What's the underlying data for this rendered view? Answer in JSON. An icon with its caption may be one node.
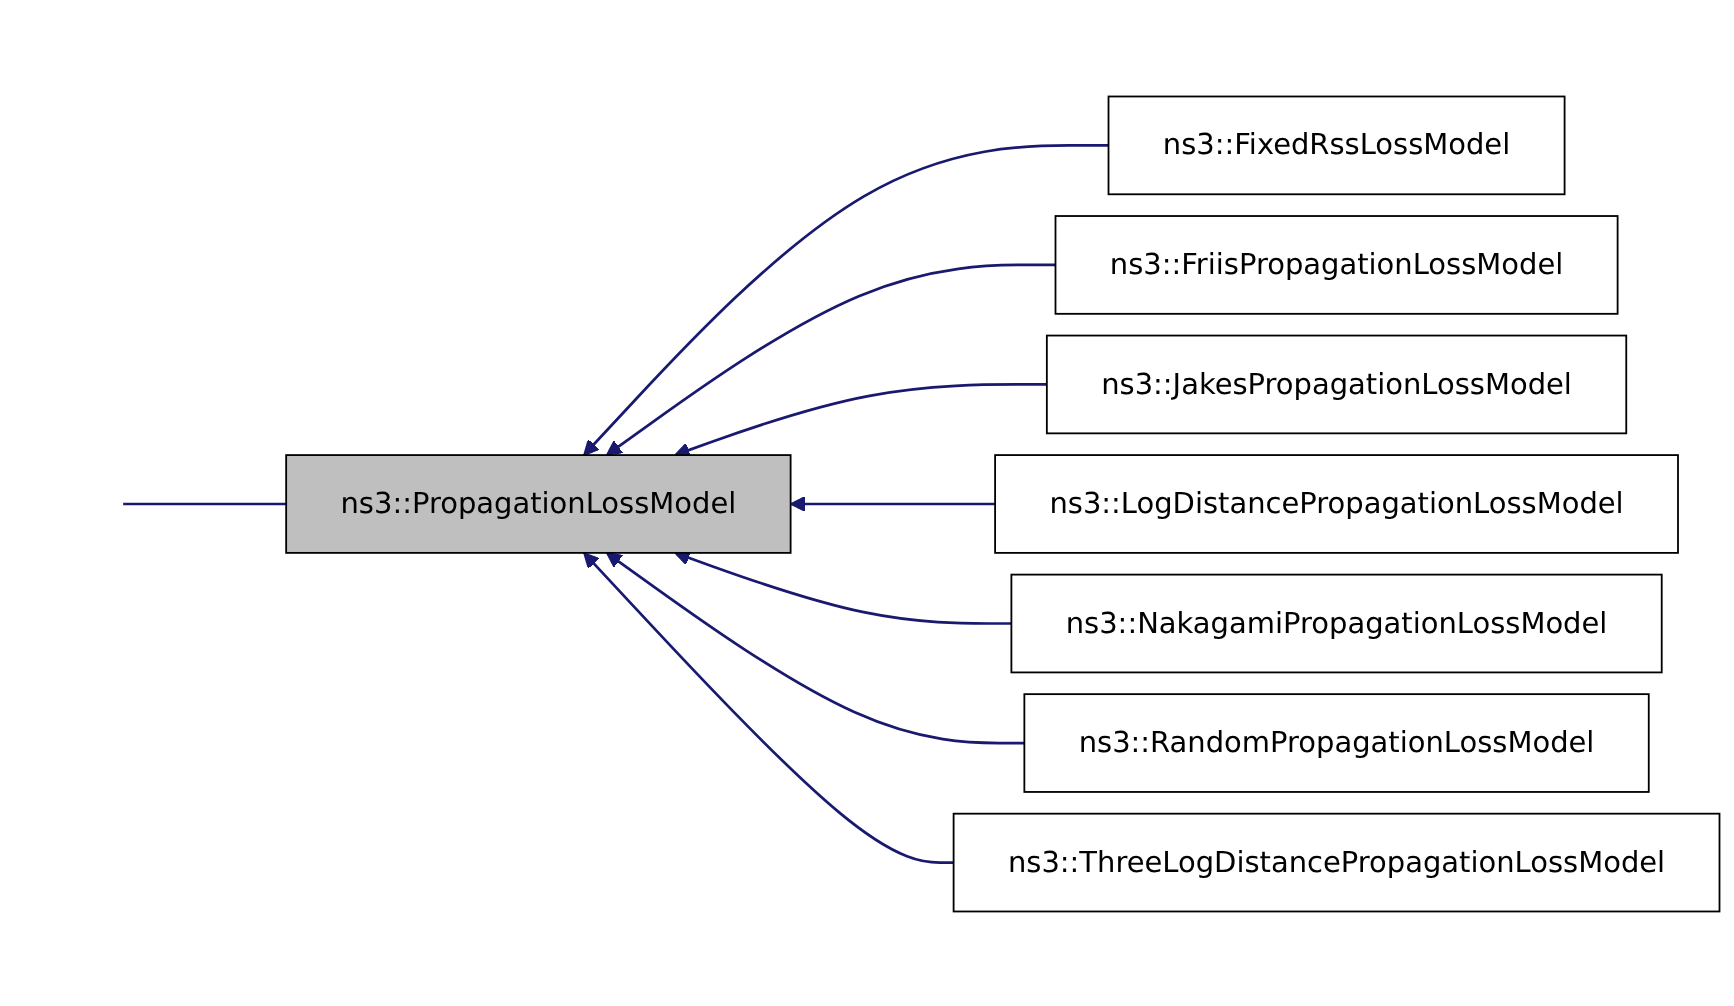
{
  "diagram": {
    "nodes": [
      {
        "text": [
          "ns3::PropagationLossModel"
        ]
      },
      {
        "text": [
          "ns3::FixedRssLossModel"
        ]
      },
      {
        "text": [
          "ns3::FriisPropagationLossModel"
        ]
      },
      {
        "text": [
          "ns3::JakesPropagationLossModel"
        ]
      },
      {
        "text": [
          "ns3::LogDistancePropagationLossModel"
        ]
      },
      {
        "text": [
          "ns3::NakagamiPropagationLossModel"
        ]
      },
      {
        "text": [
          "ns3::RandomPropagationLossModel"
        ]
      },
      {
        "text": [
          "ns3::ThreeLogDistancePropagationLossModel"
        ]
      }
    ],
    "edges": [
      {
        "from": 1,
        "to": 0,
        "arrow": "to"
      },
      {
        "from": 2,
        "to": 0,
        "arrow": "to"
      },
      {
        "from": 3,
        "to": 0,
        "arrow": "to"
      },
      {
        "from": 4,
        "to": 0,
        "arrow": "to"
      },
      {
        "from": 5,
        "to": 0,
        "arrow": "to"
      },
      {
        "from": 6,
        "to": 0,
        "arrow": "to"
      },
      {
        "from": 7,
        "to": 0,
        "arrow": "to"
      },
      {
        "from": 0,
        "to": null,
        "arrow": "none"
      }
    ]
  }
}
